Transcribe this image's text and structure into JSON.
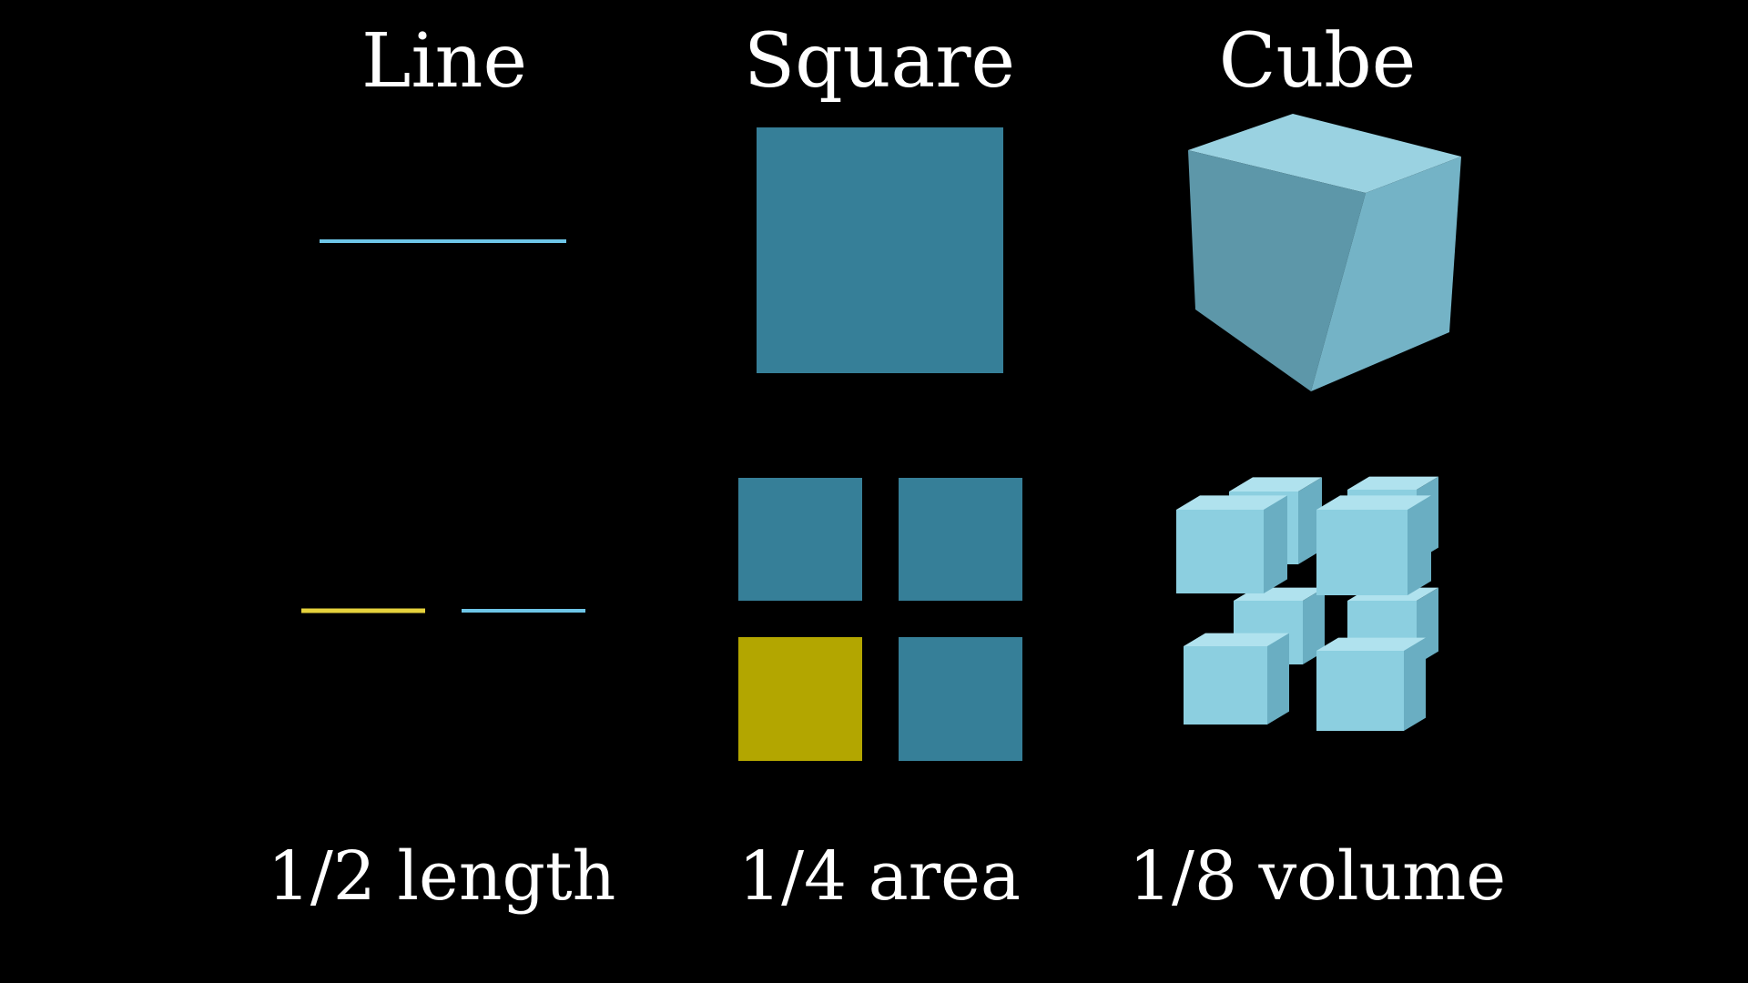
{
  "columns": [
    {
      "id": "line",
      "title": "Line",
      "caption": "1/2 length"
    },
    {
      "id": "square",
      "title": "Square",
      "caption": "1/4 area"
    },
    {
      "id": "cube",
      "title": "Cube",
      "caption": "1/8 volume"
    }
  ],
  "colors": {
    "background": "#000000",
    "text": "#ffffff",
    "line_blue": "#6ec6e8",
    "line_yellow": "#e6d23c",
    "square_blue": "#367f98",
    "square_yellow": "#b3a600",
    "cube_front": "#74b3c6",
    "cube_left": "#5d97a9",
    "cube_top": "#9ad2e1",
    "small_cube_front": "#8ccfe0",
    "small_cube_side": "#6aaec2",
    "small_cube_top": "#b0e2ee"
  },
  "shapes": {
    "line_pieces_highlighted": 1,
    "line_pieces_total": 2,
    "square_pieces_highlighted": 1,
    "square_pieces_total": 4,
    "cube_pieces_total": 8
  }
}
